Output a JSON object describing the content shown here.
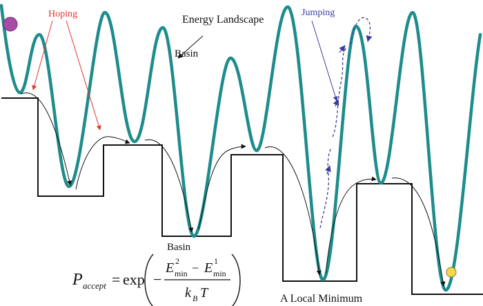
{
  "labels": {
    "hoping": "Hoping",
    "jumping": "Jumping",
    "energy_landscape": "Energy Landscape",
    "basin_upper": "Basin",
    "basin_lower": "Basin",
    "local_minimum": "A Local Minimum"
  },
  "formula": {
    "lhs_main": "P",
    "lhs_sub": "accept",
    "equals": "=",
    "func": "exp",
    "minus_sign": "−",
    "e1": "E",
    "e1_sup": "2",
    "e1_sub": "min",
    "between": "−",
    "e2": "E",
    "e2_sup": "1",
    "e2_sub": "min",
    "denom_k": "k",
    "denom_k_sub": "B",
    "denom_t": "T"
  },
  "colors": {
    "landscape": "#1e8c8c",
    "hoping_arrow": "#e8302a",
    "jumping_arrow": "#3a3ca0",
    "hop_arrow": "#111111",
    "start_ball": "#a64ca6",
    "end_ball": "#f5d84a"
  },
  "icons": {
    "start_ball": "purple-ball-icon",
    "end_ball": "yellow-ball-icon"
  }
}
